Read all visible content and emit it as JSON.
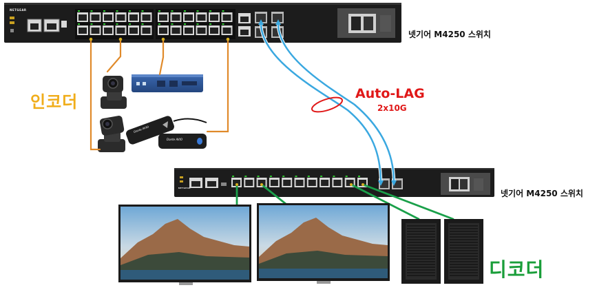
{
  "switch_top": {
    "label": "넷기어 M4250 스위치",
    "brand": "NETGEAR"
  },
  "switch_bottom": {
    "label": "넷기어 M4250 스위치",
    "brand": "NETGEAR"
  },
  "encoder_label": "인코더",
  "decoder_label": "디코더",
  "autolag": {
    "title": "Auto-LAG",
    "subtitle": "2x10G"
  },
  "encoder_devices": {
    "dante1": "Dante AVIO",
    "dante2": "Dante AVIO"
  },
  "colors": {
    "encoder_cable": "#e08a2a",
    "decoder_cable": "#1aa04a",
    "lag_cable": "#3aa8e0",
    "lag_ring": "#e01818",
    "switch_body": "#1a1a1a",
    "encoder_text": "#f0ad1a",
    "decoder_text": "#1a9e3a"
  }
}
